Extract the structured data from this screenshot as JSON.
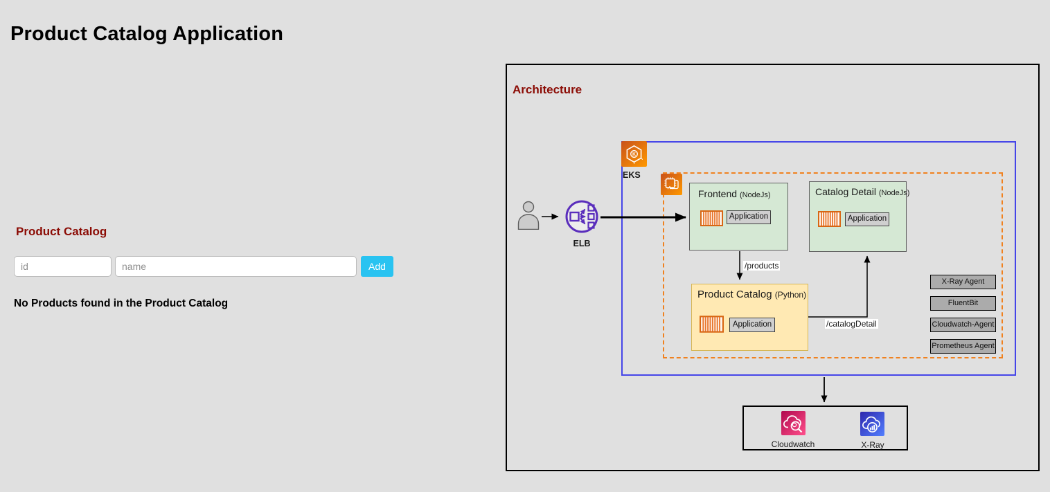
{
  "page": {
    "title": "Product Catalog Application"
  },
  "catalog_panel": {
    "heading": "Product Catalog",
    "id_placeholder": "id",
    "name_placeholder": "name",
    "add_button": "Add",
    "empty_message": "No Products found in the Product Catalog"
  },
  "architecture": {
    "heading": "Architecture",
    "elb_label": "ELB",
    "eks_label": "EKS",
    "frontend": {
      "title": "Frontend",
      "runtime": "(NodeJs)",
      "app": "Application"
    },
    "catalog_detail": {
      "title": "Catalog Detail",
      "runtime": "(NodeJs)",
      "app": "Application"
    },
    "product_catalog": {
      "title": "Product Catalog",
      "runtime": "(Python)",
      "app": "Application"
    },
    "edge_products": "/products",
    "edge_catalog_detail": "/catalogDetail",
    "agents": [
      "X-Ray Agent",
      "FluentBit",
      "Cloudwatch-Agent",
      "Prometheus Agent"
    ],
    "monitoring": {
      "cloudwatch": "Cloudwatch",
      "xray": "X-Ray"
    }
  },
  "icons": {
    "user": "person",
    "elb": "load-balancer",
    "eks": "kubernetes-hexagon",
    "fargate": "compute-chip",
    "container": "container-stripes",
    "cloudwatch": "cloud-magnifier",
    "xray": "cloud-bar-chart"
  },
  "colors": {
    "page_bg": "#e0e0e0",
    "heading_red": "#8b0b04",
    "add_button_cyan": "#29c3f1",
    "node_green": "#d5e8d4",
    "node_yellow": "#ffe9b3",
    "agent_gray": "#ababab",
    "eks_border_blue": "#4545e8",
    "dashed_orange": "#f0811f",
    "aws_orange": "#ed7100",
    "elb_purple": "#5a2ebc",
    "cloudwatch_pink": "#e0397c",
    "xray_blue": "#3b48cc"
  }
}
